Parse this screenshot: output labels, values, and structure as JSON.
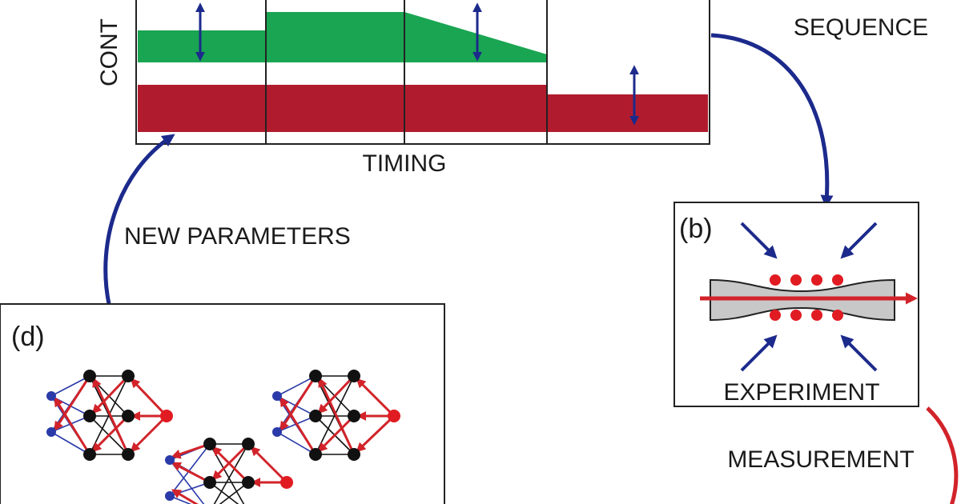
{
  "panel_a": {
    "y_axis_label": "CONT",
    "x_axis_label": "TIMING",
    "sequence_label": "SEQUENCE"
  },
  "panel_b": {
    "tag": "(b)",
    "caption": "EXPERIMENT"
  },
  "panel_d": {
    "tag": "(d)"
  },
  "flow": {
    "new_parameters_label": "NEW PARAMETERS",
    "measurement_label": "MEASUREMENT"
  },
  "colors": {
    "green_control": "#1aa552",
    "red_control": "#b01c2e",
    "arrow_blue": "#1c2a8c",
    "arrow_red": "#d2232a",
    "node_black": "#111111",
    "node_blue": "#2a3aa8",
    "node_red": "#e11b22",
    "trap_grey": "#c8c8c8"
  }
}
